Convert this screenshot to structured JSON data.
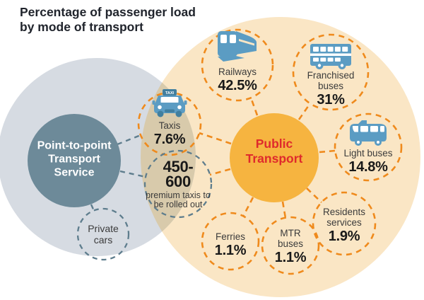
{
  "title": {
    "line1": "Percentage of passenger load",
    "line2": "by mode of transport"
  },
  "sets": {
    "left_label": "Point-to-point\nTransport\nService",
    "right_label": "Public\nTransport"
  },
  "nodes": {
    "railways": {
      "label": "Railways",
      "value": "42.5%"
    },
    "franchised_buses": {
      "label": "Franchised\nbuses",
      "value": "31%"
    },
    "light_buses": {
      "label": "Light buses",
      "value": "14.8%"
    },
    "taxis": {
      "label": "Taxis",
      "value": "7.6%"
    },
    "residents_services": {
      "label": "Residents\nservices",
      "value": "1.9%"
    },
    "mtr_buses": {
      "label": "MTR\nbuses",
      "value": "1.1%"
    },
    "ferries": {
      "label": "Ferries",
      "value": "1.1%"
    },
    "premium_taxis": {
      "headline": "450-\n600",
      "sub": "premium taxis to\nbe rolled out"
    },
    "private_cars": {
      "label": "Private\ncars"
    }
  },
  "icons": {
    "taxi_sign_label": "TAXI"
  },
  "colors": {
    "public_set_fill": "#FAE6C5",
    "point_set_fill": "#D6DBE2",
    "overlap_fill": "#D8CAAB",
    "point_hub_fill": "#6D8A99",
    "public_hub_fill": "#F6B440",
    "orange_dash": "#EF8A1C",
    "slate_dash": "#5E7D8D",
    "icon_blue": "#5B9CC3",
    "icon_blue_dark": "#417F9F",
    "public_label_red": "#DF2A2C",
    "title_text": "#20242C"
  },
  "chart_data": {
    "type": "venn",
    "title": "Percentage of passenger load by mode of transport",
    "sets": [
      "Point-to-point Transport Service",
      "Public Transport"
    ],
    "items": [
      {
        "label": "Railways",
        "value_pct": 42.5,
        "set": "Public Transport"
      },
      {
        "label": "Franchised buses",
        "value_pct": 31,
        "set": "Public Transport"
      },
      {
        "label": "Light buses",
        "value_pct": 14.8,
        "set": "Public Transport"
      },
      {
        "label": "Taxis",
        "value_pct": 7.6,
        "set": "both"
      },
      {
        "label": "Residents services",
        "value_pct": 1.9,
        "set": "Public Transport"
      },
      {
        "label": "MTR buses",
        "value_pct": 1.1,
        "set": "Public Transport"
      },
      {
        "label": "Ferries",
        "value_pct": 1.1,
        "set": "Public Transport"
      },
      {
        "label": "Private cars",
        "value_pct": null,
        "set": "Point-to-point Transport Service"
      },
      {
        "label": "Premium taxis",
        "value_pct": null,
        "set": "both",
        "note": "450-600 premium taxis to be rolled out"
      }
    ]
  }
}
